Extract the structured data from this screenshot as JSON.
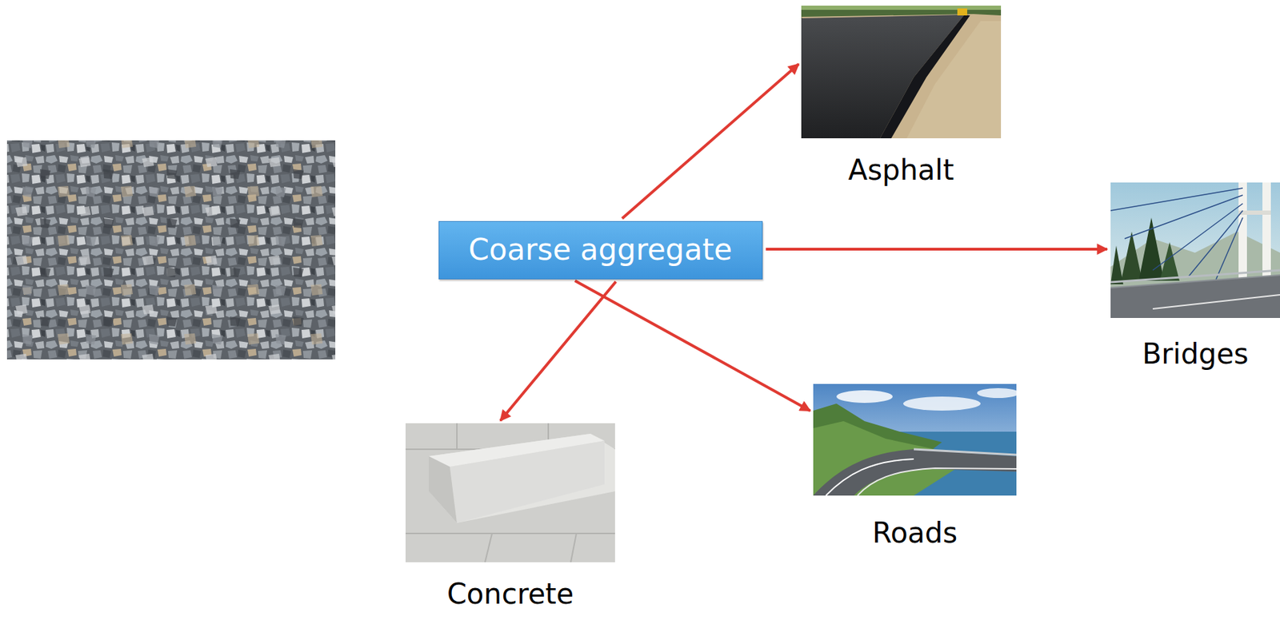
{
  "diagram": {
    "nodes": [
      {
        "text": [
          "Coarse aggregate"
        ]
      },
      {
        "text": [
          "Asphalt"
        ]
      },
      {
        "text": [
          "Bridges"
        ]
      },
      {
        "text": [
          "Roads"
        ]
      },
      {
        "text": [
          "Concrete"
        ]
      }
    ],
    "edges": [
      {
        "from": 0,
        "to": 1,
        "arrow": "to"
      },
      {
        "from": 0,
        "to": 2,
        "arrow": "to"
      },
      {
        "from": 0,
        "to": 3,
        "arrow": "to"
      },
      {
        "from": 0,
        "to": 4,
        "arrow": "to"
      }
    ]
  }
}
